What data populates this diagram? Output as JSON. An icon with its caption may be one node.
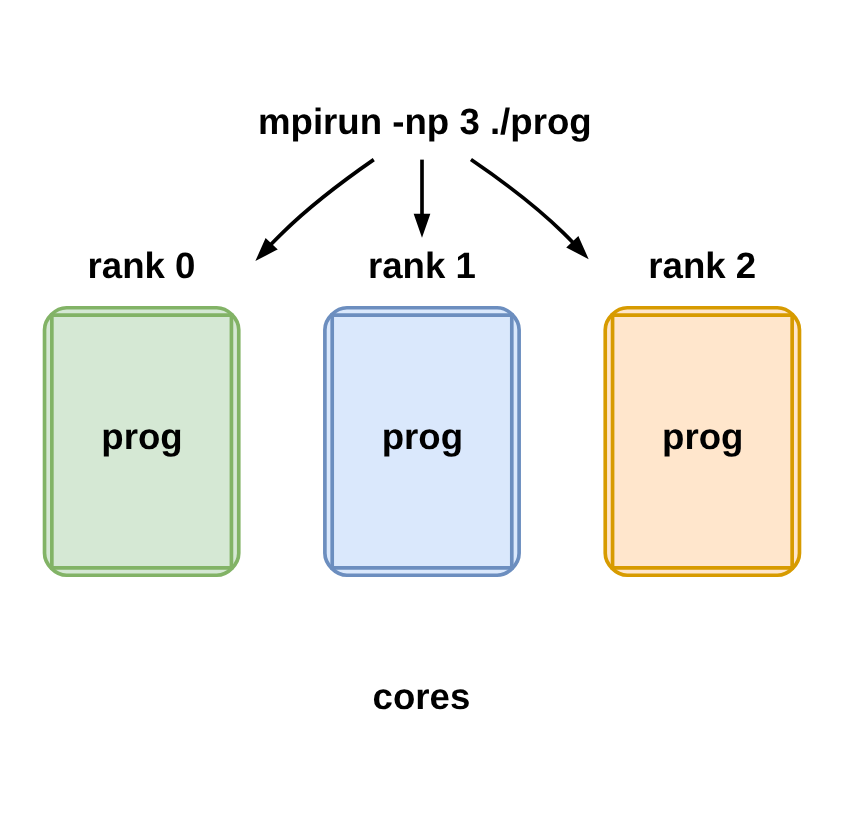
{
  "diagram": {
    "nodes": [
      {
        "text": [
          "mpirun -np 3 ./prog"
        ]
      },
      {
        "text": [
          "rank 0",
          "prog"
        ]
      },
      {
        "text": [
          "rank 1",
          "prog"
        ]
      },
      {
        "text": [
          "rank 2",
          "prog"
        ]
      }
    ],
    "edges": [
      {
        "from": 0,
        "to": 1,
        "arrow": "to"
      },
      {
        "from": 0,
        "to": 2,
        "arrow": "to"
      },
      {
        "from": 0,
        "to": 3,
        "arrow": "to"
      }
    ],
    "labels": [
      "cores"
    ]
  }
}
